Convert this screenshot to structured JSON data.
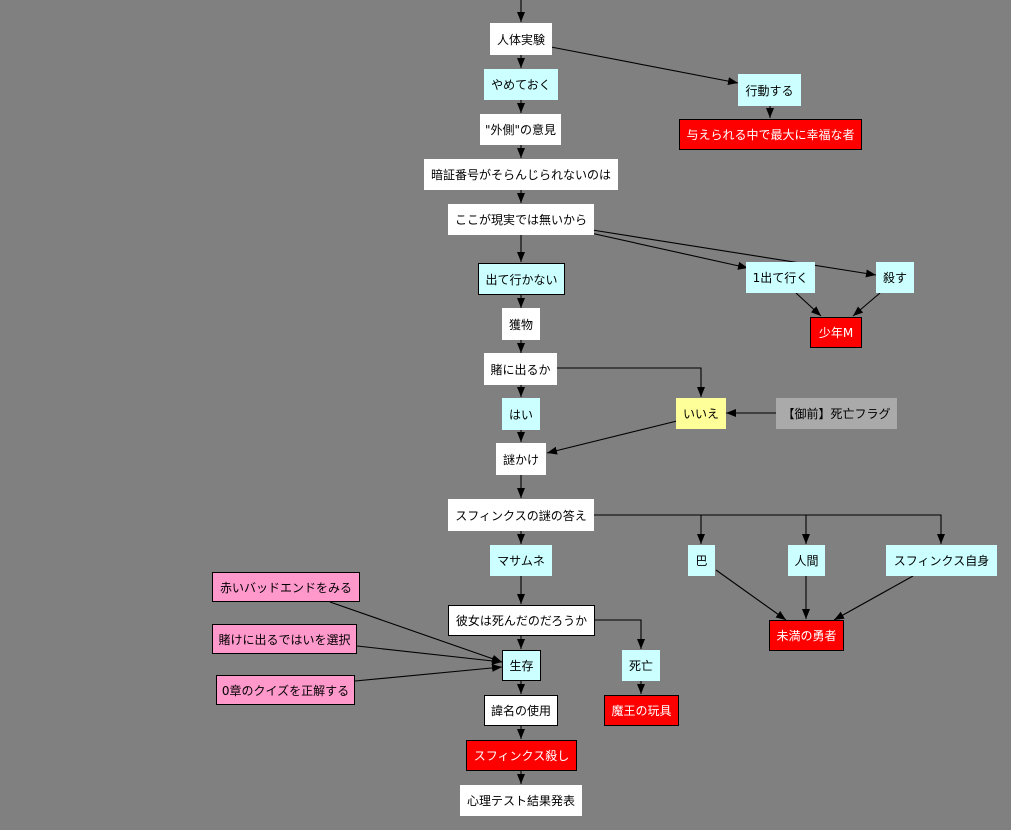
{
  "colors": {
    "background": "#808080",
    "white": "#ffffff",
    "cyan": "#ccffff",
    "red": "#ff0000",
    "yellow": "#ffff99",
    "gray": "#aaaaaa",
    "pink": "#ff99cc",
    "edge": "#000000"
  },
  "nodes": {
    "n1": "人体実験",
    "n2": "やめておく",
    "n3": "行動する",
    "n4": "与えられる中で最大に幸福な者",
    "n5": "\"外側\"の意見",
    "n6": "暗証番号がそらんじられないのは",
    "n7": "ここが現実では無いから",
    "n8": "出て行かない",
    "n9": "1出て行く",
    "n10": "殺す",
    "n11": "少年M",
    "n12": "獲物",
    "n13": "賭に出るか",
    "n14": "はい",
    "n15": "いいえ",
    "n16": "【御前】死亡フラグ",
    "n17": "謎かけ",
    "n18": "スフィンクスの謎の答え",
    "n19": "マサムネ",
    "n20": "巴",
    "n21": "人間",
    "n22": "スフィンクス自身",
    "n23": "未満の勇者",
    "n24": "赤いバッドエンドをみる",
    "n25": "彼女は死んだのだろうか",
    "n26": "賭けに出るではいを選択",
    "n27": "生存",
    "n28": "死亡",
    "n29": "0章のクイズを正解する",
    "n30": "諱名の使用",
    "n31": "魔王の玩具",
    "n32": "スフィンクス殺し",
    "n33": "心理テスト結果発表"
  }
}
